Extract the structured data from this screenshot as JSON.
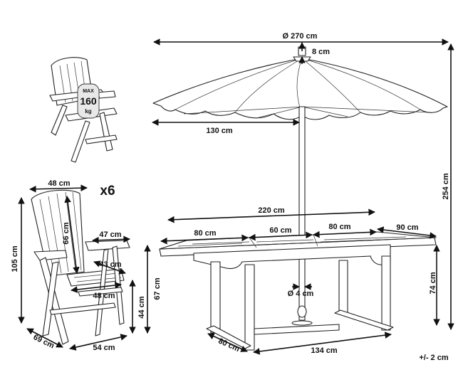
{
  "labels": {
    "umbrella_diameter": "Ø 270 cm",
    "umbrella_top": "8 cm",
    "umbrella_radius": "130 cm",
    "umbrella_height": "254 cm",
    "table_extended_length": "220 cm",
    "table_leaf_left": "80 cm",
    "table_center": "60 cm",
    "table_leaf_right": "80 cm",
    "table_width_top": "90 cm",
    "table_height": "74 cm",
    "pole_diameter": "Ø 4 cm",
    "table_depth": "80 cm",
    "table_base_length": "134 cm",
    "tolerance": "+/- 2 cm",
    "chair_width": "48 cm",
    "chair_quantity": "x6",
    "chair_back_height": "66 cm",
    "chair_arm_depth": "47 cm",
    "chair_seat_depth": "43 cm",
    "chair_seat_width": "48 cm",
    "chair_total_height": "105 cm",
    "chair_seat_height": "44 cm",
    "chair_arm_height": "67 cm",
    "chair_depth": "69 cm",
    "chair_base_width": "54 cm"
  },
  "badge": {
    "max": "MAX",
    "value": "160",
    "unit": "kg"
  }
}
